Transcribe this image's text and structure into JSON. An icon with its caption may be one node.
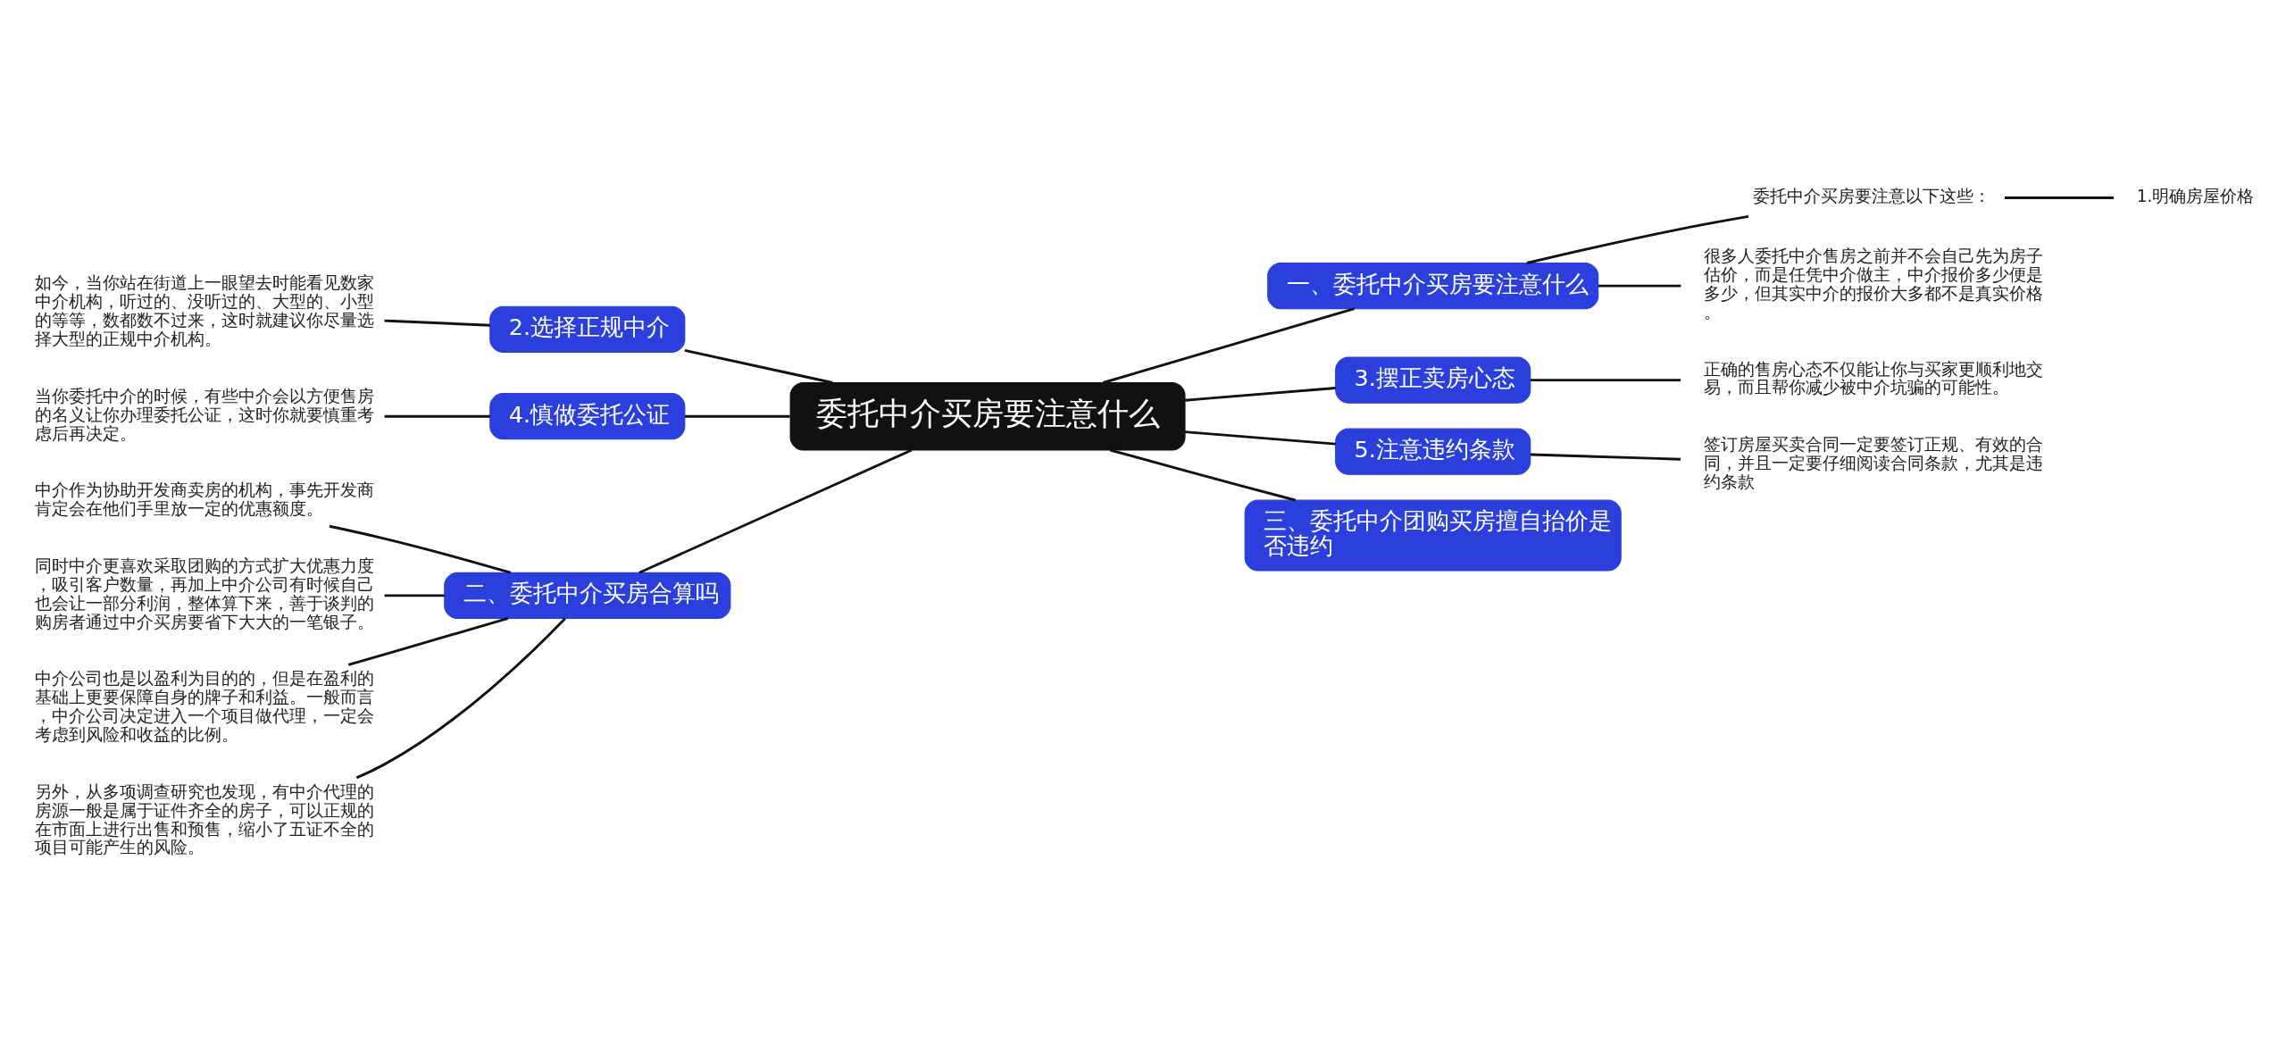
{
  "diagram": {
    "nodes": [
      {
        "text": [
          "委托中介买房要注意什么"
        ]
      },
      {
        "text": [
          "一、委托中介买房要注意什么"
        ]
      },
      {
        "text": [
          "委托中介买房要注意以下这些："
        ]
      },
      {
        "text": [
          "1.明确房屋价格"
        ]
      },
      {
        "text": [
          "很多人委托中介售房之前并不会自己先为房子估价，而是任凭中介做主，中介报价多少便是多少，但其实中介的报价大多都不是真实价格。"
        ]
      },
      {
        "text": [
          "3.摆正卖房心态"
        ]
      },
      {
        "text": [
          "正确的售房心态不仅能让你与买家更顺利地交易，而且帮你减少被中介坑骗的可能性。"
        ]
      },
      {
        "text": [
          "5.注意违约条款"
        ]
      },
      {
        "text": [
          "签订房屋买卖合同一定要签订正规、有效的合同，并且一定要仔细阅读合同条款，尤其是违约条款"
        ]
      },
      {
        "text": [
          "三、委托中介团购买房擅自抬价是否违约"
        ]
      },
      {
        "text": [
          "2.选择正规中介"
        ]
      },
      {
        "text": [
          "如今，当你站在街道上一眼望去时能看见数家中介机构，听过的、没听过的、大型的、小型的等等，数都数不过来，这时就建议你尽量选择大型的正规中介机构。"
        ]
      },
      {
        "text": [
          "4.慎做委托公证"
        ]
      },
      {
        "text": [
          "当你委托中介的时候，有些中介会以方便售房的名义让你办理委托公证，这时你就要慎重考虑后再决定。"
        ]
      },
      {
        "text": [
          "二、委托中介买房合算吗"
        ]
      },
      {
        "text": [
          "中介作为协助开发商卖房的机构，事先开发商肯定会在他们手里放一定的优惠额度。"
        ]
      },
      {
        "text": [
          "同时中介更喜欢采取团购的方式扩大优惠力度，吸引客户数量，再加上中介公司有时候自己也会让一部分利润，整体算下来，善于谈判的购房者通过中介买房要省下大大的一笔银子。"
        ]
      },
      {
        "text": [
          "中介公司也是以盈利为目的的，但是在盈利的基础上更要保障自身的牌子和利益。一般而言，中介公司决定进入一个项目做代理，一定会考虑到风险和收益的比例。"
        ]
      },
      {
        "text": [
          "另外，从多项调查研究也发现，有中介代理的房源一般是属于证件齐全的房子，可以正规的在市面上进行出售和预售，缩小了五证不全的项目可能产生的风险。"
        ]
      }
    ],
    "edges": [
      {
        "from": 0,
        "to": 1,
        "arrow": "none"
      },
      {
        "from": 1,
        "to": 2,
        "arrow": "none"
      },
      {
        "from": 2,
        "to": 3,
        "arrow": "none"
      },
      {
        "from": 1,
        "to": 4,
        "arrow": "none"
      },
      {
        "from": 0,
        "to": 5,
        "arrow": "none"
      },
      {
        "from": 5,
        "to": 6,
        "arrow": "none"
      },
      {
        "from": 0,
        "to": 7,
        "arrow": "none"
      },
      {
        "from": 7,
        "to": 8,
        "arrow": "none"
      },
      {
        "from": 0,
        "to": 9,
        "arrow": "none"
      },
      {
        "from": 11,
        "to": 10,
        "arrow": "none"
      },
      {
        "from": 10,
        "to": 0,
        "arrow": "none"
      },
      {
        "from": 13,
        "to": 12,
        "arrow": "none"
      },
      {
        "from": 12,
        "to": 0,
        "arrow": "none"
      },
      {
        "from": 15,
        "to": 14,
        "arrow": "none"
      },
      {
        "from": 16,
        "to": 14,
        "arrow": "none"
      },
      {
        "from": 17,
        "to": 14,
        "arrow": "none"
      },
      {
        "from": 18,
        "to": 14,
        "arrow": "none"
      },
      {
        "from": 14,
        "to": 0,
        "arrow": "none"
      }
    ]
  }
}
